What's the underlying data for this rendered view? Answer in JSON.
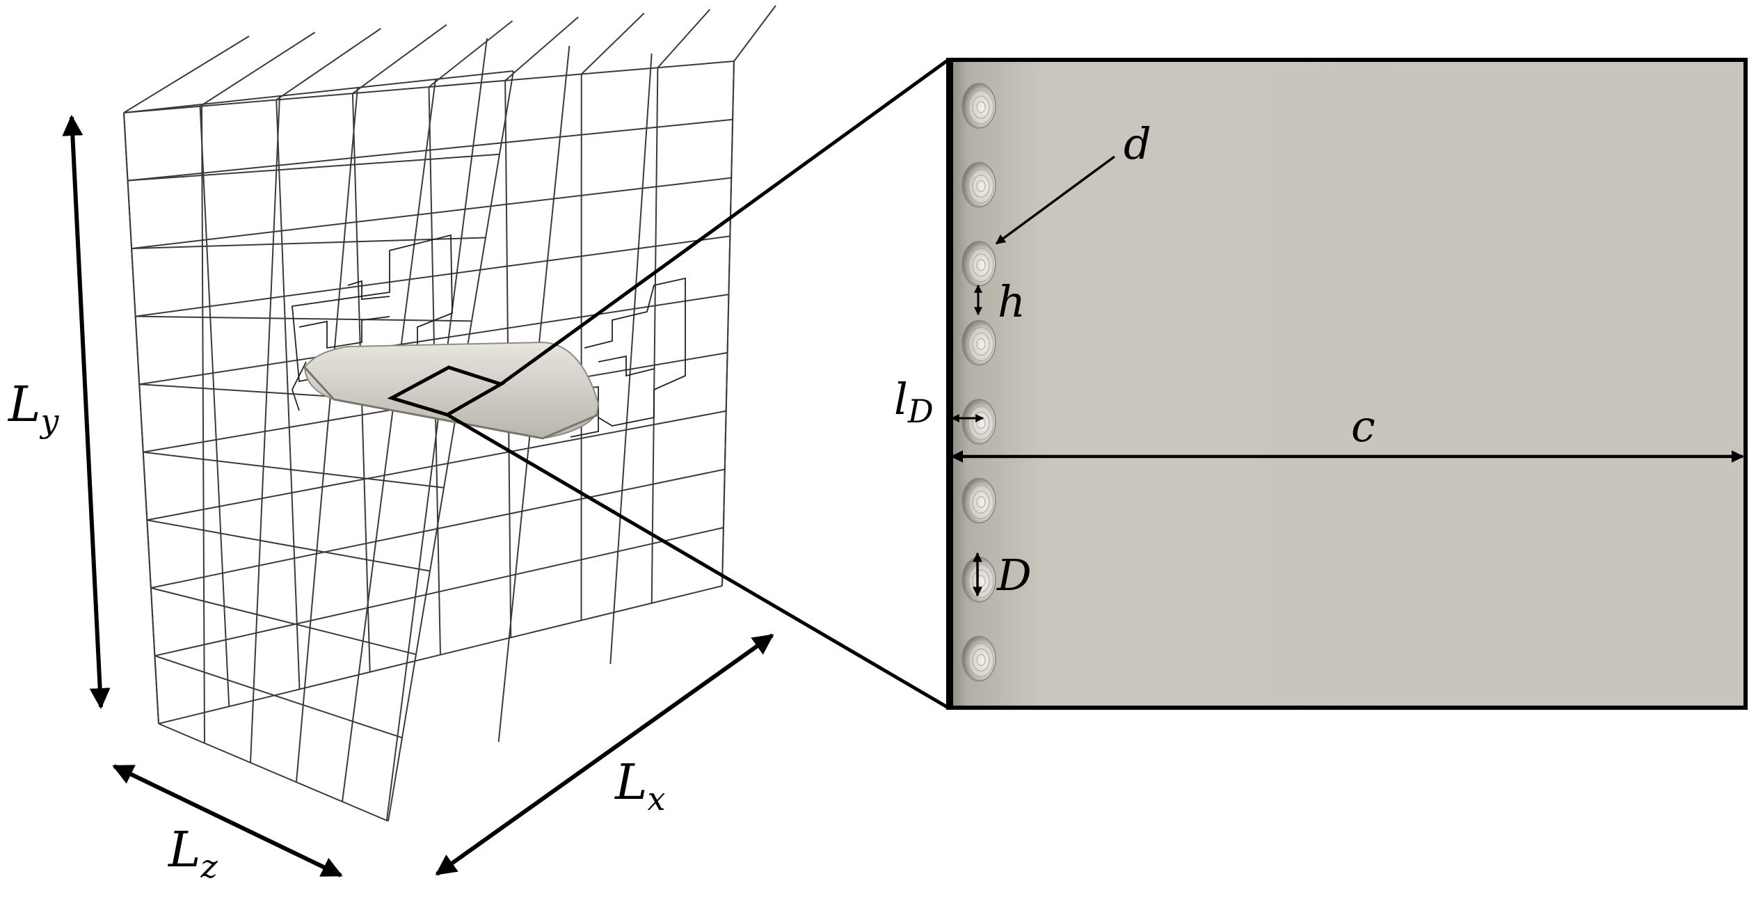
{
  "figure": {
    "domain_labels": {
      "ly": {
        "main": "L",
        "sub": "y"
      },
      "lz": {
        "main": "L",
        "sub": "z"
      },
      "lx": {
        "main": "L",
        "sub": "x"
      }
    },
    "detail_labels": {
      "d": "d",
      "h": "h",
      "ld": {
        "main": "l",
        "sub": "D"
      },
      "c": "c",
      "D": "D"
    },
    "colors": {
      "line": "#000000",
      "mesh_line": "#333333",
      "plate_fill": "#c8c5bc",
      "plate_edge": "#8f8b82",
      "wing_fill": "#d9d6cd"
    },
    "dimple_count": 8
  }
}
